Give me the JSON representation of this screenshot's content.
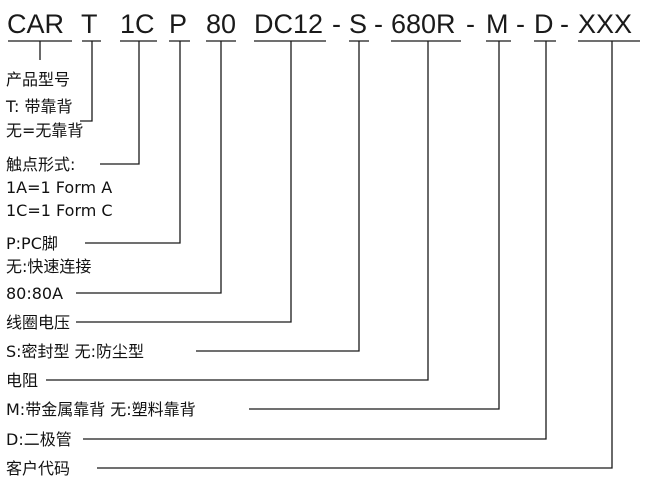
{
  "code": {
    "segments": [
      {
        "id": "series",
        "text": "CAR"
      },
      {
        "id": "backrest",
        "text": "T"
      },
      {
        "id": "contact",
        "text": "1C"
      },
      {
        "id": "terminal",
        "text": "P"
      },
      {
        "id": "current",
        "text": "80"
      },
      {
        "id": "coil",
        "text": "DC12"
      },
      {
        "id": "seal",
        "text": "S"
      },
      {
        "id": "resistor",
        "text": "680R"
      },
      {
        "id": "cover",
        "text": "M"
      },
      {
        "id": "diode",
        "text": "D"
      },
      {
        "id": "customer",
        "text": "XXX"
      }
    ],
    "separator": "-"
  },
  "legend": {
    "series": [
      "产品型号"
    ],
    "backrest": [
      "T: 带靠背",
      "无=无靠背"
    ],
    "contact": [
      "触点形式:",
      "1A=1 Form A",
      "1C=1 Form C"
    ],
    "terminal": [
      "P:PC脚",
      "无:快速连接"
    ],
    "current": [
      "80:80A"
    ],
    "coil": [
      "线圈电压"
    ],
    "seal": [
      "S:密封型   无:防尘型"
    ],
    "resistor": [
      "电阻"
    ],
    "cover": [
      "M:带金属靠背  无:塑料靠背"
    ],
    "diode": [
      "D:二极管"
    ],
    "customer": [
      "客户代码"
    ]
  }
}
